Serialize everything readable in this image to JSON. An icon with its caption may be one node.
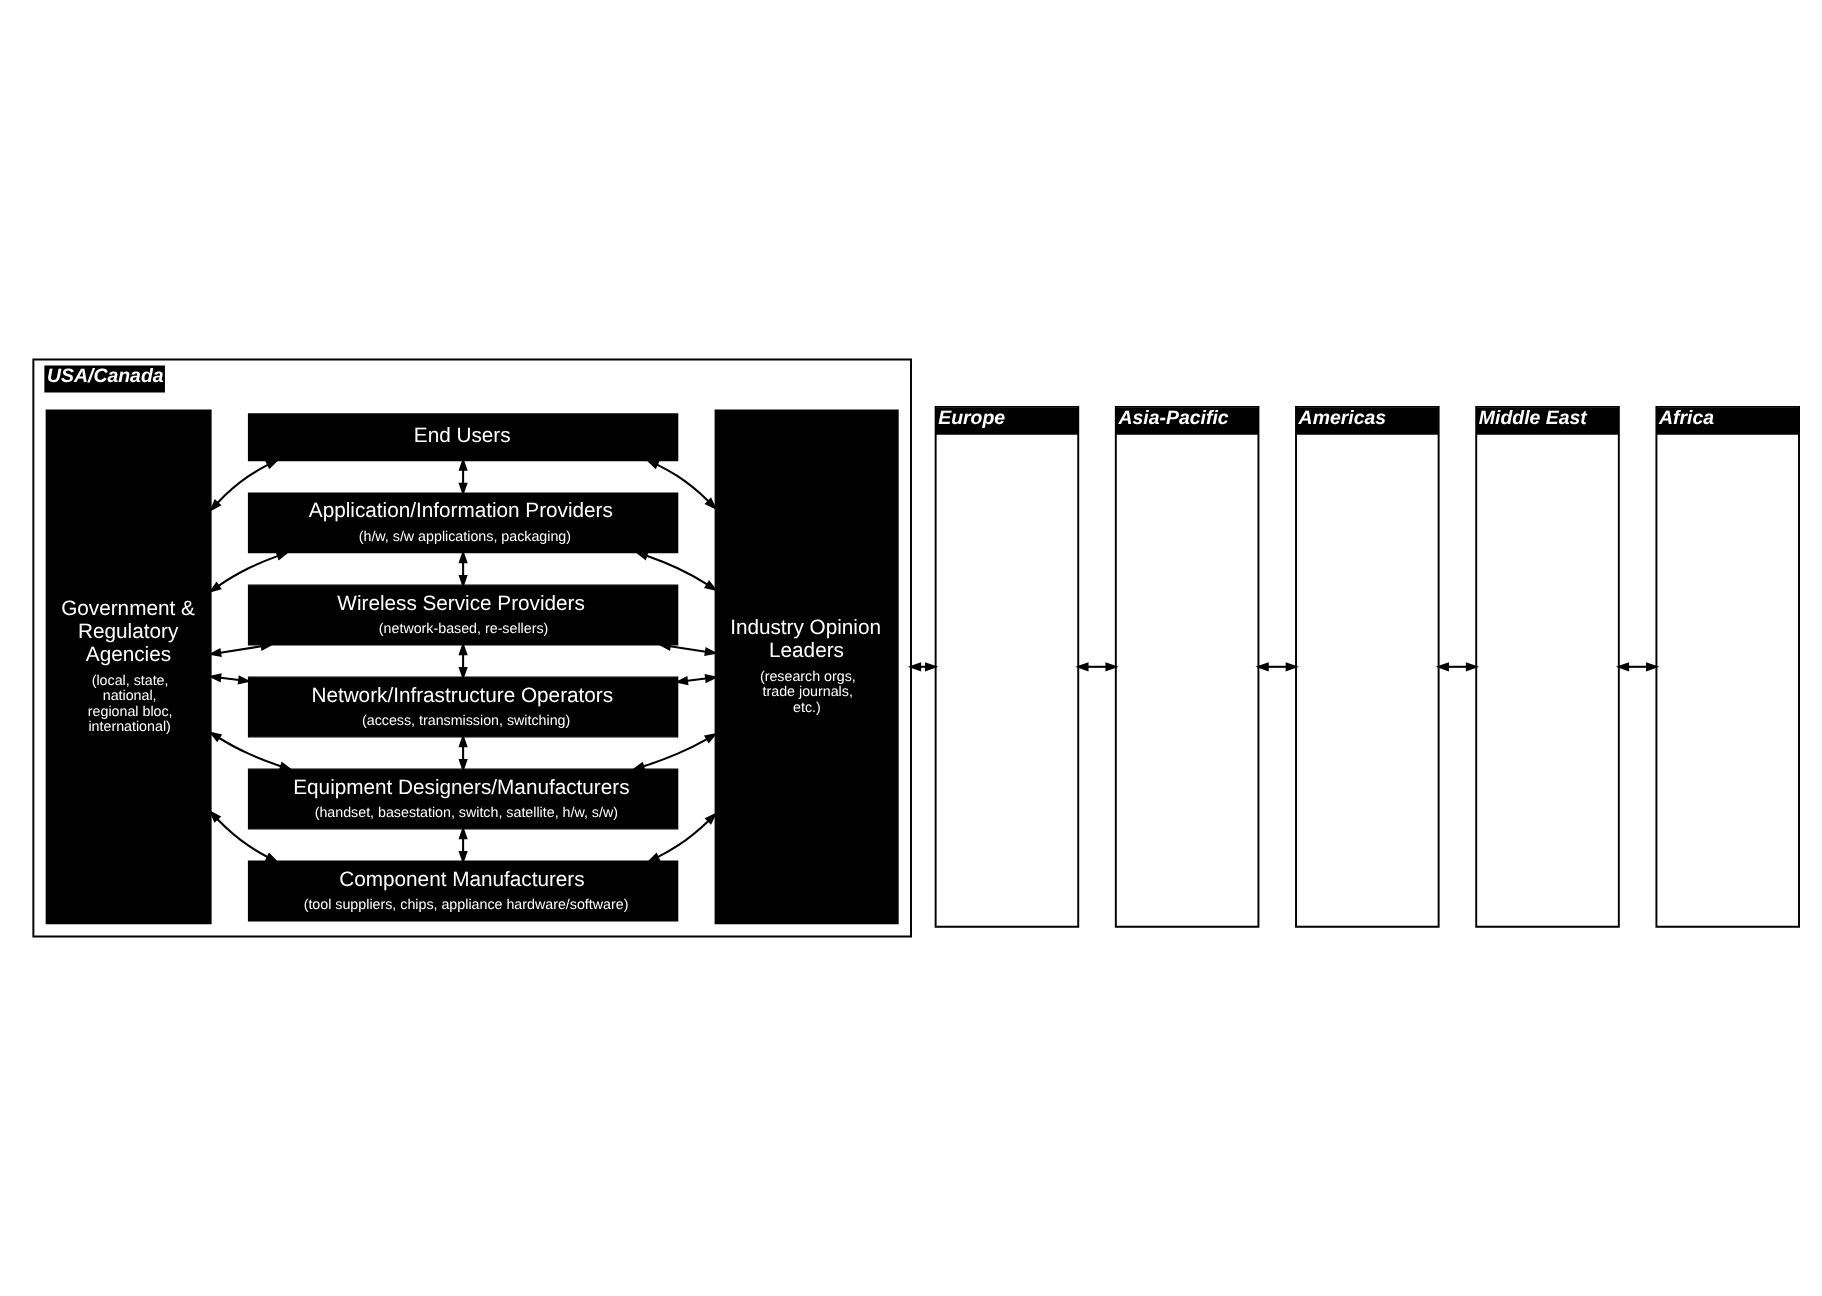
{
  "diagram": {
    "nodes": [
      {
        "text": [
          "USA/Canada"
        ]
      },
      {
        "text": [
          "Government & Regulatory Agencies",
          "(local, state, national, regional bloc, international)"
        ],
        "in": 0
      },
      {
        "text": [
          "Component Manufacturers",
          "(tool suppliers, chips, appliance hardware/software)"
        ],
        "in": 0
      },
      {
        "text": [
          "Equipment Designers/Manufacturers",
          "(handset, basestation, switch, satellite, h/w, s/w)"
        ],
        "in": 0
      },
      {
        "text": [
          "Network/Infrastructure Operators",
          "(access, transmission, switching)"
        ],
        "in": 0
      },
      {
        "text": [
          "Wireless Service Providers",
          "(network-based, re-sellers)"
        ],
        "in": 0
      },
      {
        "text": [
          "Application/Information Providers",
          "(h/w, s/w applications, packaging)"
        ],
        "in": 0
      },
      {
        "text": [
          "End Users"
        ],
        "in": 0
      },
      {
        "text": [
          "Industry Opinion Leaders",
          "(research orgs, trade journals, etc.)"
        ],
        "in": 0
      },
      {
        "text": [
          "Europe"
        ]
      },
      {
        "text": [
          "Asia-Pacific"
        ]
      },
      {
        "text": [
          "Americas"
        ]
      },
      {
        "text": [
          "Middle East"
        ]
      },
      {
        "text": [
          "Africa"
        ]
      }
    ],
    "edges": [
      {
        "from": 1,
        "to": 2,
        "arrow": "both"
      },
      {
        "from": 1,
        "to": 3,
        "arrow": "both"
      },
      {
        "from": 1,
        "to": 4,
        "arrow": "both"
      },
      {
        "from": 1,
        "to": 5,
        "arrow": "both"
      },
      {
        "from": 1,
        "to": 6,
        "arrow": "both"
      },
      {
        "from": 1,
        "to": 7,
        "arrow": "both"
      },
      {
        "from": 2,
        "to": 3,
        "arrow": "both"
      },
      {
        "from": 3,
        "to": 4,
        "arrow": "both"
      },
      {
        "from": 4,
        "to": 5,
        "arrow": "both"
      },
      {
        "from": 5,
        "to": 6,
        "arrow": "both"
      },
      {
        "from": 6,
        "to": 7,
        "arrow": "both"
      },
      {
        "from": 2,
        "to": 8,
        "arrow": "both"
      },
      {
        "from": 3,
        "to": 8,
        "arrow": "both"
      },
      {
        "from": 4,
        "to": 8,
        "arrow": "both"
      },
      {
        "from": 5,
        "to": 8,
        "arrow": "both"
      },
      {
        "from": 6,
        "to": 8,
        "arrow": "both"
      },
      {
        "from": 7,
        "to": 8,
        "arrow": "both"
      },
      {
        "from": 0,
        "to": 9,
        "arrow": "both"
      },
      {
        "from": 9,
        "to": 10,
        "arrow": "both"
      },
      {
        "from": 10,
        "to": 11,
        "arrow": "both"
      },
      {
        "from": 11,
        "to": 12,
        "arrow": "both"
      },
      {
        "from": 12,
        "to": 13,
        "arrow": "both"
      }
    ]
  }
}
